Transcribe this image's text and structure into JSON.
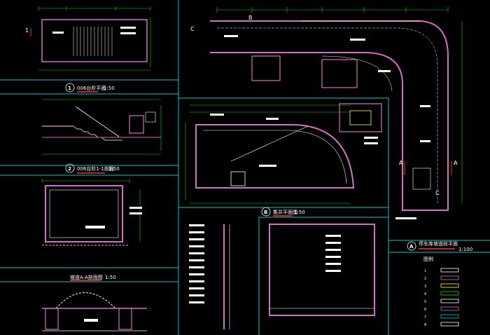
{
  "colors": {
    "background": "#000000",
    "frame": "#00c8c8",
    "wall": "#d070c0",
    "dim": "#00e000",
    "text": "#ffffff",
    "accent": "#ff3030",
    "note": "#ffff40"
  },
  "panels": {
    "p1": {
      "num": "1",
      "title": "006台阶平面",
      "scale": "1:50"
    },
    "p2": {
      "num": "2",
      "title": "006台阶1-1剖面",
      "scale": "1:50"
    },
    "p3": {
      "title": "",
      "scale": ""
    },
    "p4": {
      "title": "坡道A-A剖面图",
      "scale": "1:50"
    },
    "pB": {
      "num": "B",
      "title": "集井平面图",
      "scale": "1:50"
    },
    "pA": {
      "num": "A",
      "title": "停车库坡道段平面",
      "scale": "1:100"
    }
  },
  "grid_labels": {
    "top_B": "B",
    "left_C": "C",
    "left_A": "A",
    "right_A": "A",
    "right_C": "C",
    "p1_section": "1"
  },
  "legend": {
    "title": "图例",
    "items": [
      "1",
      "2",
      "3",
      "4",
      "5",
      "6",
      "7",
      "8"
    ]
  }
}
